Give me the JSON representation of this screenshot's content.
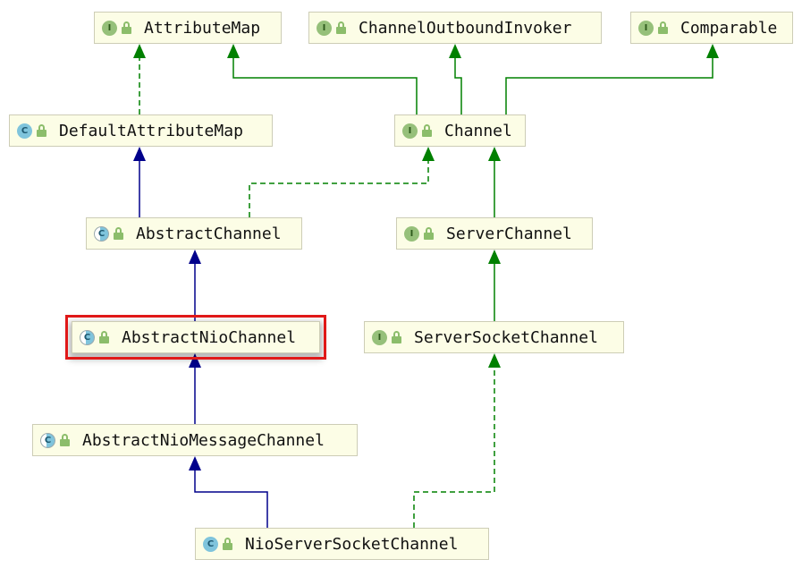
{
  "nodes": [
    {
      "id": "attribute-map",
      "name": "AttributeMap",
      "kind": "interface",
      "badge": "I"
    },
    {
      "id": "channel-outbound-invoker",
      "name": "ChannelOutboundInvoker",
      "kind": "interface",
      "badge": "I"
    },
    {
      "id": "comparable",
      "name": "Comparable",
      "kind": "interface",
      "badge": "I"
    },
    {
      "id": "default-attribute-map",
      "name": "DefaultAttributeMap",
      "kind": "class",
      "badge": "C"
    },
    {
      "id": "channel",
      "name": "Channel",
      "kind": "interface",
      "badge": "I"
    },
    {
      "id": "abstract-channel",
      "name": "AbstractChannel",
      "kind": "abstract-class",
      "badge": "C"
    },
    {
      "id": "server-channel",
      "name": "ServerChannel",
      "kind": "interface",
      "badge": "I"
    },
    {
      "id": "abstract-nio-channel",
      "name": "AbstractNioChannel",
      "kind": "abstract-class",
      "badge": "C",
      "highlighted": true
    },
    {
      "id": "server-socket-channel",
      "name": "ServerSocketChannel",
      "kind": "interface",
      "badge": "I"
    },
    {
      "id": "abstract-nio-message-channel",
      "name": "AbstractNioMessageChannel",
      "kind": "abstract-class",
      "badge": "C"
    },
    {
      "id": "nio-server-socket-channel",
      "name": "NioServerSocketChannel",
      "kind": "class",
      "badge": "C"
    }
  ],
  "edges": [
    {
      "from": "default-attribute-map",
      "to": "attribute-map",
      "relation": "implements"
    },
    {
      "from": "channel",
      "to": "attribute-map",
      "relation": "extends-interface"
    },
    {
      "from": "channel",
      "to": "channel-outbound-invoker",
      "relation": "extends-interface"
    },
    {
      "from": "channel",
      "to": "comparable",
      "relation": "extends-interface"
    },
    {
      "from": "abstract-channel",
      "to": "default-attribute-map",
      "relation": "extends"
    },
    {
      "from": "abstract-channel",
      "to": "channel",
      "relation": "implements"
    },
    {
      "from": "server-channel",
      "to": "channel",
      "relation": "extends-interface"
    },
    {
      "from": "abstract-nio-channel",
      "to": "abstract-channel",
      "relation": "extends"
    },
    {
      "from": "server-socket-channel",
      "to": "server-channel",
      "relation": "extends-interface"
    },
    {
      "from": "abstract-nio-message-channel",
      "to": "abstract-nio-channel",
      "relation": "extends"
    },
    {
      "from": "nio-server-socket-channel",
      "to": "abstract-nio-message-channel",
      "relation": "extends"
    },
    {
      "from": "nio-server-socket-channel",
      "to": "server-socket-channel",
      "relation": "implements"
    }
  ],
  "colors": {
    "extends": "#00008b",
    "interface-extends": "#008000",
    "implements": "#008000",
    "node-fill": "#fcfde6",
    "node-border": "#cdcdb6",
    "highlight": "#e01818"
  }
}
